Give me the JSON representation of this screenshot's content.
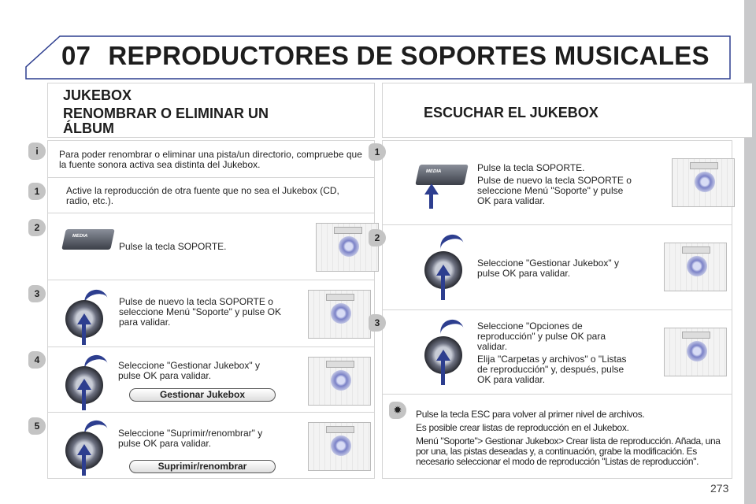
{
  "header": {
    "chapter": "07",
    "title": "REPRODUCTORES DE SOPORTES MUSICALES"
  },
  "left": {
    "heading1": "JUKEBOX",
    "heading2": "RENOMBRAR O ELIMINAR UN",
    "heading3": "ÁLBUM",
    "info": "Para poder renombrar o eliminar una pista/un directorio, compruebe que la fuente sonora activa sea distinta del Jukebox.",
    "steps": [
      {
        "n": "1",
        "text": "Active la reproducción de otra fuente que no sea el Jukebox (CD, radio, etc.)."
      },
      {
        "n": "2",
        "text": "Pulse la tecla SOPORTE.",
        "button": "MEDIA"
      },
      {
        "n": "3",
        "text": "Pulse de nuevo la tecla SOPORTE o seleccione Menú \"Soporte\" y pulse OK para validar."
      },
      {
        "n": "4",
        "text": "Seleccione \"Gestionar Jukebox\" y pulse OK para validar.",
        "label": "Gestionar Jukebox"
      },
      {
        "n": "5",
        "text": "Seleccione \"Suprimir/renombrar\" y pulse OK para validar.",
        "label": "Suprimir/renombrar"
      }
    ]
  },
  "right": {
    "heading": "ESCUCHAR EL JUKEBOX",
    "steps": [
      {
        "n": "1",
        "text1": "Pulse la tecla SOPORTE.",
        "text2": "Pulse de nuevo la tecla SOPORTE o seleccione Menú \"Soporte\" y pulse OK para validar.",
        "button": "MEDIA"
      },
      {
        "n": "2",
        "text1": "Seleccione \"Gestionar Jukebox\" y pulse OK para validar."
      },
      {
        "n": "3",
        "text1": "Seleccione \"Opciones de reproducción\" y pulse OK para validar.",
        "text2": "Elija \"Carpetas y archivos\" o \"Listas de reproducción\" y, después, pulse OK para validar."
      }
    ],
    "tip": {
      "icon": "lightbulb-icon",
      "line1": "Pulse la tecla ESC para volver al primer nivel de archivos.",
      "line2": "Es posible crear listas de reproducción en el Jukebox.",
      "line3": "Menú \"Soporte\"> Gestionar Jukebox> Crear lista de reproducción. Añada, una por una, las pistas deseadas y, a continuación, grabe la modificación. Es necesario seleccionar el modo de reproducción \"Listas de reproducción\"."
    }
  },
  "page_number": "273",
  "colors": {
    "accent": "#2d3e8f",
    "border": "#d4d4d4",
    "badge": "#c4c4c4"
  }
}
